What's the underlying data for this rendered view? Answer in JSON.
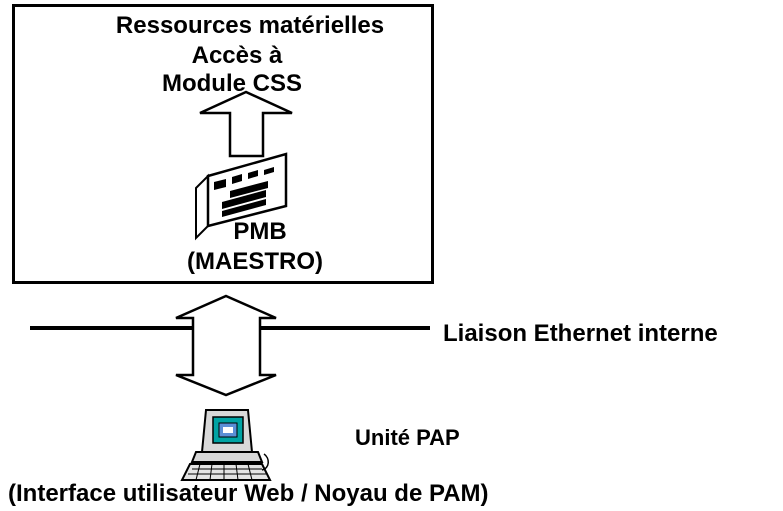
{
  "box": {
    "line1": "Ressources matérielles",
    "line2": "Accès à",
    "line3": "Module CSS"
  },
  "board": {
    "line1": "PMB",
    "line2": "(MAESTRO)"
  },
  "network": {
    "label": "Liaison Ethernet interne"
  },
  "terminal": {
    "label": "Unité PAP",
    "caption": "(Interface utilisateur Web / Noyau de PAM)"
  },
  "icons": {
    "board": "circuit-board-icon",
    "terminal": "computer-terminal-icon",
    "up_arrow": "up-arrow-icon",
    "double_arrow": "bidirectional-arrow-icon"
  },
  "colors": {
    "ink": "#000000",
    "screen": "#00a3a3",
    "screen_inner": "#5b8fd6"
  }
}
